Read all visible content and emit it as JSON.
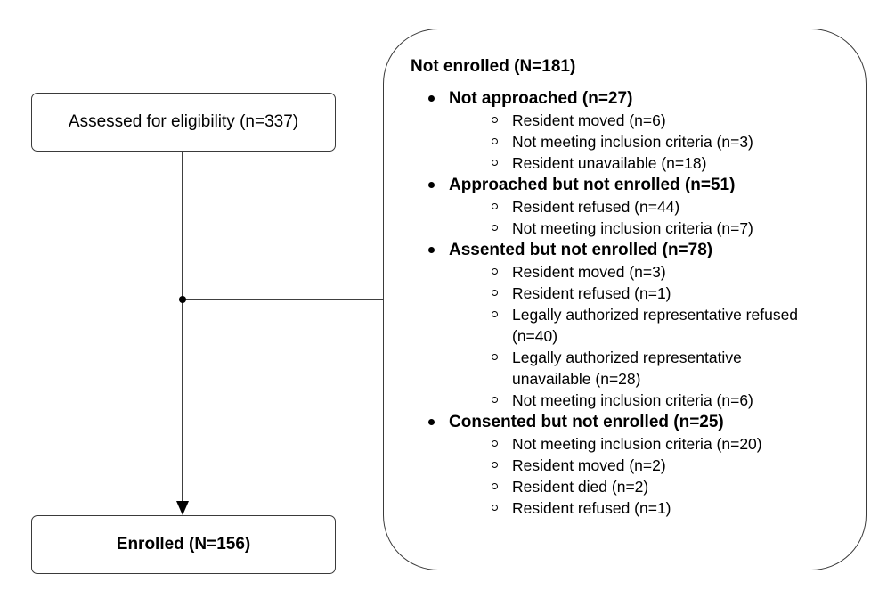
{
  "assessed": {
    "label": "Assessed for eligibility (n=337)"
  },
  "enrolled": {
    "label": "Enrolled (N=156)"
  },
  "not_enrolled": {
    "title": "Not enrolled (N=181)",
    "groups": [
      {
        "label": "Not approached (n=27)",
        "items": [
          "Resident moved (n=6)",
          "Not meeting inclusion criteria (n=3)",
          "Resident unavailable (n=18)"
        ]
      },
      {
        "label": "Approached but not enrolled (n=51)",
        "items": [
          "Resident refused (n=44)",
          "Not meeting inclusion criteria (n=7)"
        ]
      },
      {
        "label": "Assented but not enrolled (n=78)",
        "items": [
          "Resident moved (n=3)",
          "Resident refused (n=1)",
          "Legally authorized representative refused (n=40)",
          "Legally authorized representative unavailable (n=28)",
          "Not meeting inclusion criteria (n=6)"
        ]
      },
      {
        "label": "Consented but not enrolled (n=25)",
        "items": [
          "Not meeting inclusion criteria (n=20)",
          "Resident moved (n=2)",
          "Resident died (n=2)",
          "Resident refused (n=1)"
        ]
      }
    ]
  }
}
